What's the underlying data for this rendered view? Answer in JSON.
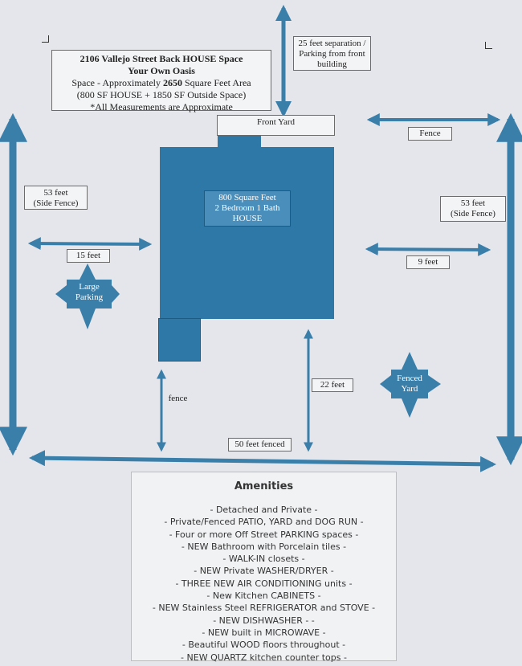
{
  "title": {
    "line1": "2106 Vallejo Street Back HOUSE Space",
    "line2": "Your Own Oasis",
    "line3_prefix": "Space - Approximately ",
    "line3_bold": "2650",
    "line3_suffix": " Square Feet Area",
    "line4": "(800 SF HOUSE + 1850 SF Outside Space)",
    "line5": "*All Measurements are Approximate"
  },
  "labels": {
    "separation": [
      "25 feet separation /",
      "Parking from front",
      "building"
    ],
    "front_yard": "Front Yard",
    "fence_top": "Fence",
    "side_fence_left": [
      "53 feet",
      "(Side Fence)"
    ],
    "side_fence_right": [
      "53 feet",
      "(Side Fence)"
    ],
    "house": [
      "800 Square Feet",
      "2 Bedroom 1 Bath",
      "HOUSE"
    ],
    "width_left": "15 feet",
    "width_right": "9 feet",
    "parking": [
      "Large",
      "Parking"
    ],
    "fenced_yard": [
      "Fenced",
      "Yard"
    ],
    "fence_bottom": "fence",
    "depth_right": "22 feet",
    "bottom_width": "50 feet fenced"
  },
  "amenities": {
    "heading": "Amenities",
    "items": [
      "- Detached and Private -",
      "- Private/Fenced PATIO, YARD and DOG RUN -",
      "- Four or more Off Street PARKING spaces -",
      "- NEW Bathroom with Porcelain tiles -",
      "- WALK-IN closets -",
      "- NEW Private WASHER/DRYER -",
      "- THREE NEW AIR CONDITIONING units -",
      "- New Kitchen CABINETS -",
      "- NEW Stainless Steel REFRIGERATOR and STOVE -",
      "- NEW DISHWASHER - -",
      "- NEW built in MICROWAVE -",
      "- Beautiful WOOD floors throughout -",
      "- NEW QUARTZ kitchen counter tops -"
    ]
  },
  "colors": {
    "house": "#2e78a8",
    "arrow": "#3a7eaa",
    "background": "#e4e6eb"
  }
}
